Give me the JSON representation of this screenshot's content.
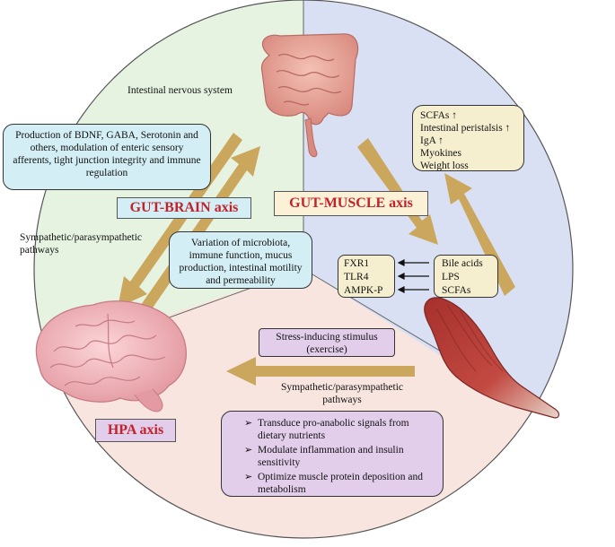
{
  "labels": {
    "intestinal_nervous_system": "Intestinal nervous system",
    "sympathetic_left": "Sympathetic/parasympathetic pathways",
    "sympathetic_bottom": "Sympathetic/parasympathetic pathways"
  },
  "axes": {
    "gut_brain": "GUT-BRAIN axis",
    "gut_muscle": "GUT-MUSCLE axis",
    "hpa": "HPA axis"
  },
  "boxes": {
    "production": "Production of BDNF, GABA, Serotonin and others, modulation of enteric sensory afferents, tight junction integrity and immune regulation",
    "variation": "Variation of microbiota, immune function, mucus production, intestinal motility and permeability",
    "muscle_effects": [
      "SCFAs ↑",
      "Intestinal peristalsis ↑",
      "IgA ↑",
      "Myokines",
      "Weight loss"
    ],
    "receptors": [
      "FXR1",
      "TLR4",
      "AMPK-P"
    ],
    "metabolites": [
      "Bile acids",
      "LPS",
      "SCFAs"
    ],
    "stress": "Stress-inducing stimulus (exercise)",
    "hpa_effects": [
      "Transduce pro-anabolic signals from dietary nutrients",
      "Modulate inflammation and insulin sensitivity",
      "Optimize muscle protein deposition and metabolism"
    ]
  },
  "colors": {
    "gut_brain_sector": "#e6f3e1",
    "gut_muscle_sector": "#d9e0f3",
    "hpa_sector": "#f8e5df",
    "arrow": "#cba65d",
    "axis_text": "#c2232b"
  },
  "icons": [
    "intestine-icon",
    "brain-icon",
    "muscle-icon"
  ]
}
